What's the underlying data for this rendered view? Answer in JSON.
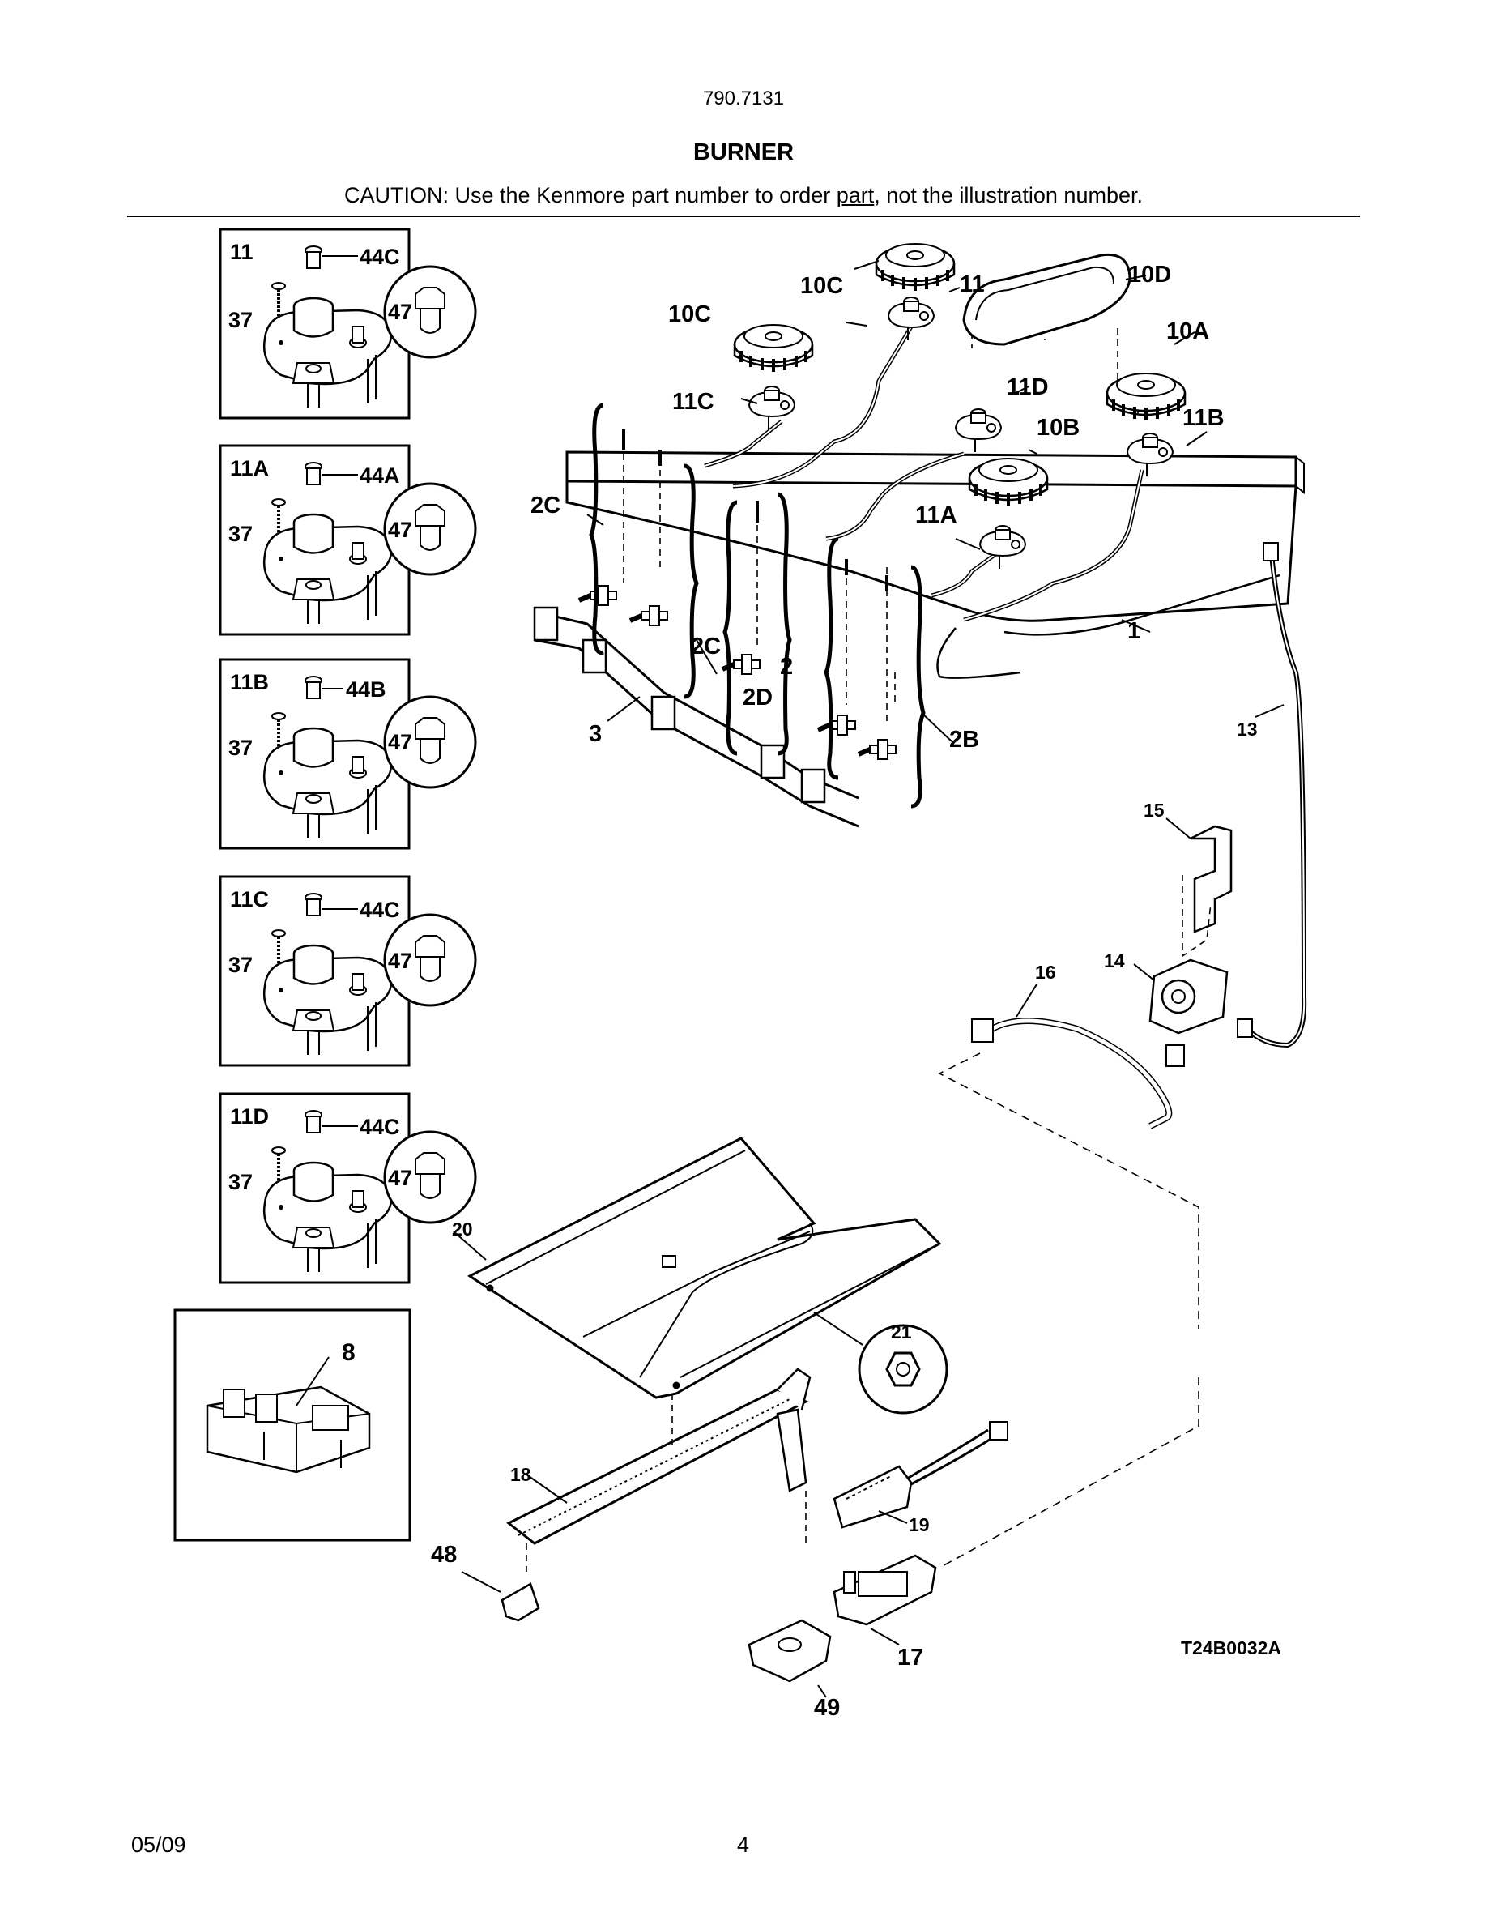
{
  "header": {
    "model": "790.7131",
    "title": "BURNER",
    "caution_prefix": "CAUTION: Use the Kenmore part number to order ",
    "caution_link": "part",
    "caution_suffix": ", not the illustration number."
  },
  "insets": [
    {
      "id": "11",
      "valve_label": "11",
      "screw_label": "37",
      "cap_label": "44C",
      "orifice_label": "47"
    },
    {
      "id": "11A",
      "valve_label": "11A",
      "screw_label": "37",
      "cap_label": "44A",
      "orifice_label": "47"
    },
    {
      "id": "11B",
      "valve_label": "11B",
      "screw_label": "37",
      "cap_label": "44B",
      "orifice_label": "47"
    },
    {
      "id": "11C",
      "valve_label": "11C",
      "screw_label": "37",
      "cap_label": "44C",
      "orifice_label": "47"
    },
    {
      "id": "11D",
      "valve_label": "11D",
      "screw_label": "37",
      "cap_label": "44C",
      "orifice_label": "47"
    }
  ],
  "igniter_inset_label": "8",
  "callouts": {
    "c10C": "10C",
    "c11": "11",
    "c10D": "10D",
    "c10Cb": "10C",
    "c10A": "10A",
    "c11C": "11C",
    "c11D": "11D",
    "c10B": "10B",
    "c11B": "11B",
    "c2C": "2C",
    "c11A": "11A",
    "c2Cb": "2C",
    "c2": "2",
    "c2D": "2D",
    "c1": "1",
    "c3": "3",
    "c2B": "2B",
    "c13": "13",
    "c15": "15",
    "c14": "14",
    "c16": "16",
    "c20": "20",
    "c21": "21",
    "c18": "18",
    "c19": "19",
    "c48": "48",
    "c17": "17",
    "c49": "49"
  },
  "diagram_code": "T24B0032A",
  "footer": {
    "date": "05/09",
    "page": "4"
  }
}
